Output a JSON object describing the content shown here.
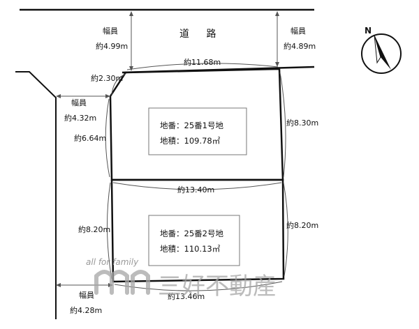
{
  "road": {
    "label": "道 路"
  },
  "compass": {
    "north_label": "N"
  },
  "widths": {
    "top_left": {
      "label": "幅員",
      "value": "約4.99m"
    },
    "top_right": {
      "label": "幅員",
      "value": "約4.89m"
    },
    "left_mid": {
      "label": "幅員",
      "value": "約4.32m"
    },
    "bottom_left": {
      "label": "幅員",
      "value": "約4.28m"
    }
  },
  "dimensions": {
    "top_edge": "約11.68m",
    "corner_cut": "約2.30m",
    "right_upper": "約8.30m",
    "left_upper": "約6.64m",
    "middle_edge": "約13.40m",
    "left_lower": "約8.20m",
    "right_lower": "約8.20m",
    "bottom_edge": "約13.46m"
  },
  "lots": [
    {
      "number": "地番：25番1号地",
      "area": "地積：109.78㎡"
    },
    {
      "number": "地番：25番2号地",
      "area": "地積：110.13㎡"
    }
  ],
  "watermark": {
    "tagline": "all for family",
    "company": "三好不動産"
  }
}
